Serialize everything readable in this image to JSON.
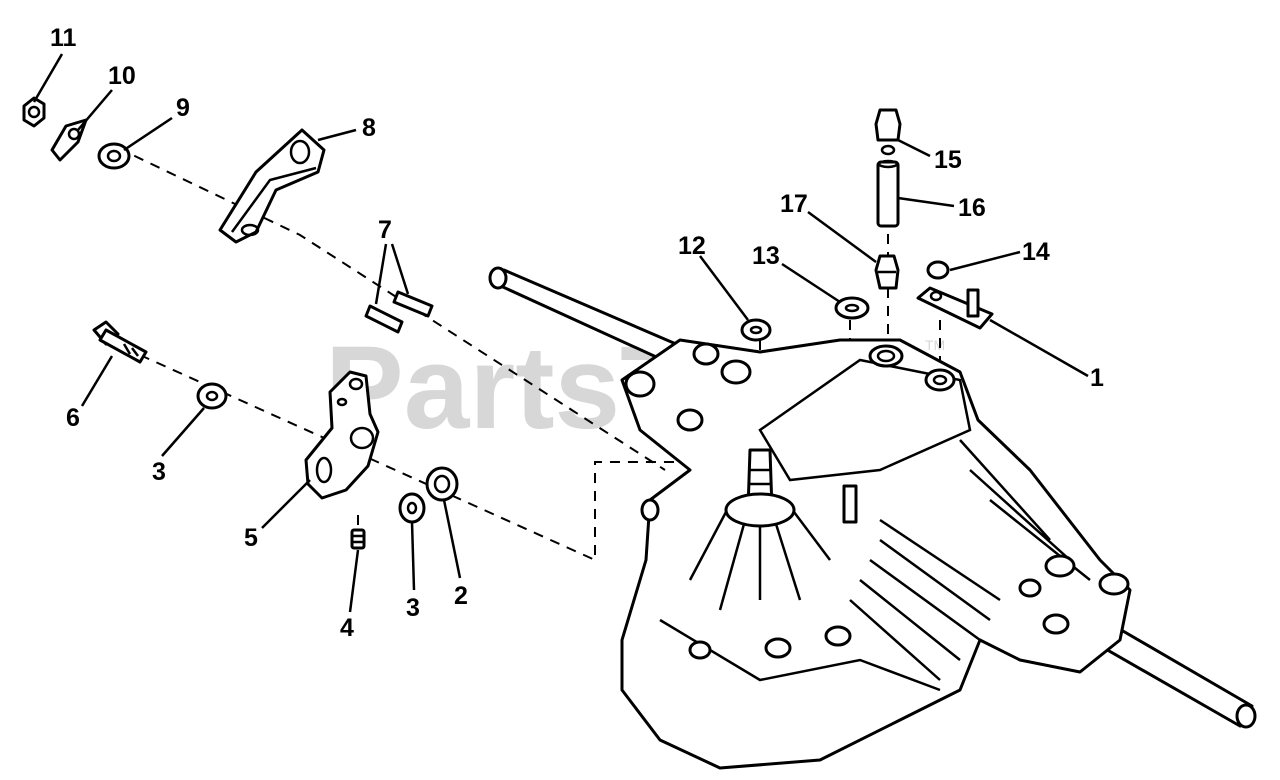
{
  "watermark": {
    "text": "PartsTree",
    "tm": "TM"
  },
  "callouts": {
    "p1": "1",
    "p2": "2",
    "p3a": "3",
    "p3b": "3",
    "p4": "4",
    "p5": "5",
    "p6": "6",
    "p7": "7",
    "p8": "8",
    "p9": "9",
    "p10": "10",
    "p11": "11",
    "p12": "12",
    "p13": "13",
    "p14": "14",
    "p15": "15",
    "p16": "16",
    "p17": "17"
  }
}
